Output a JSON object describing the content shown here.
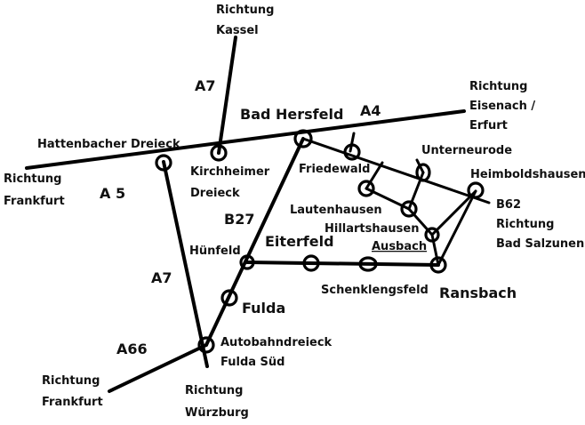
{
  "roads": {
    "a7": "A7",
    "a4": "A4",
    "a5": "A 5",
    "b27": "B27",
    "a7_south": "A7",
    "a66": "A66",
    "b62": "B62"
  },
  "directions": {
    "kassel": [
      "Richtung",
      "Kassel"
    ],
    "eisenach": [
      "Richtung",
      "Eisenach /",
      "Erfurt"
    ],
    "frankfurt_west": [
      "Richtung",
      "Frankfurt"
    ],
    "bad_salzungen": [
      "Richtung",
      "Bad Salzunen"
    ],
    "frankfurt_sw": [
      "Richtung",
      "Frankfurt"
    ],
    "wuerzburg": [
      "Richtung",
      "Würzburg"
    ]
  },
  "places": {
    "bad_hersfeld": "Bad Hersfeld",
    "hattenbacher": "Hattenbacher Dreieck",
    "kirchheimer": [
      "Kirchheimer",
      "Dreieck"
    ],
    "friedewald": "Friedewald",
    "unterneurode": "Unterneurode",
    "heimboldshausen": "Heimboldshausen",
    "lautenhausen": "Lautenhausen",
    "hillartshausen": "Hillartshausen",
    "ausbach": "Ausbach",
    "huenfeld": "Hünfeld",
    "eiterfeld": "Eiterfeld",
    "schenklengsfeld": "Schenklengsfeld",
    "ransbach": "Ransbach",
    "fulda": "Fulda",
    "autobahndreieck": [
      "Autobahndreieck",
      "Fulda Süd"
    ]
  }
}
